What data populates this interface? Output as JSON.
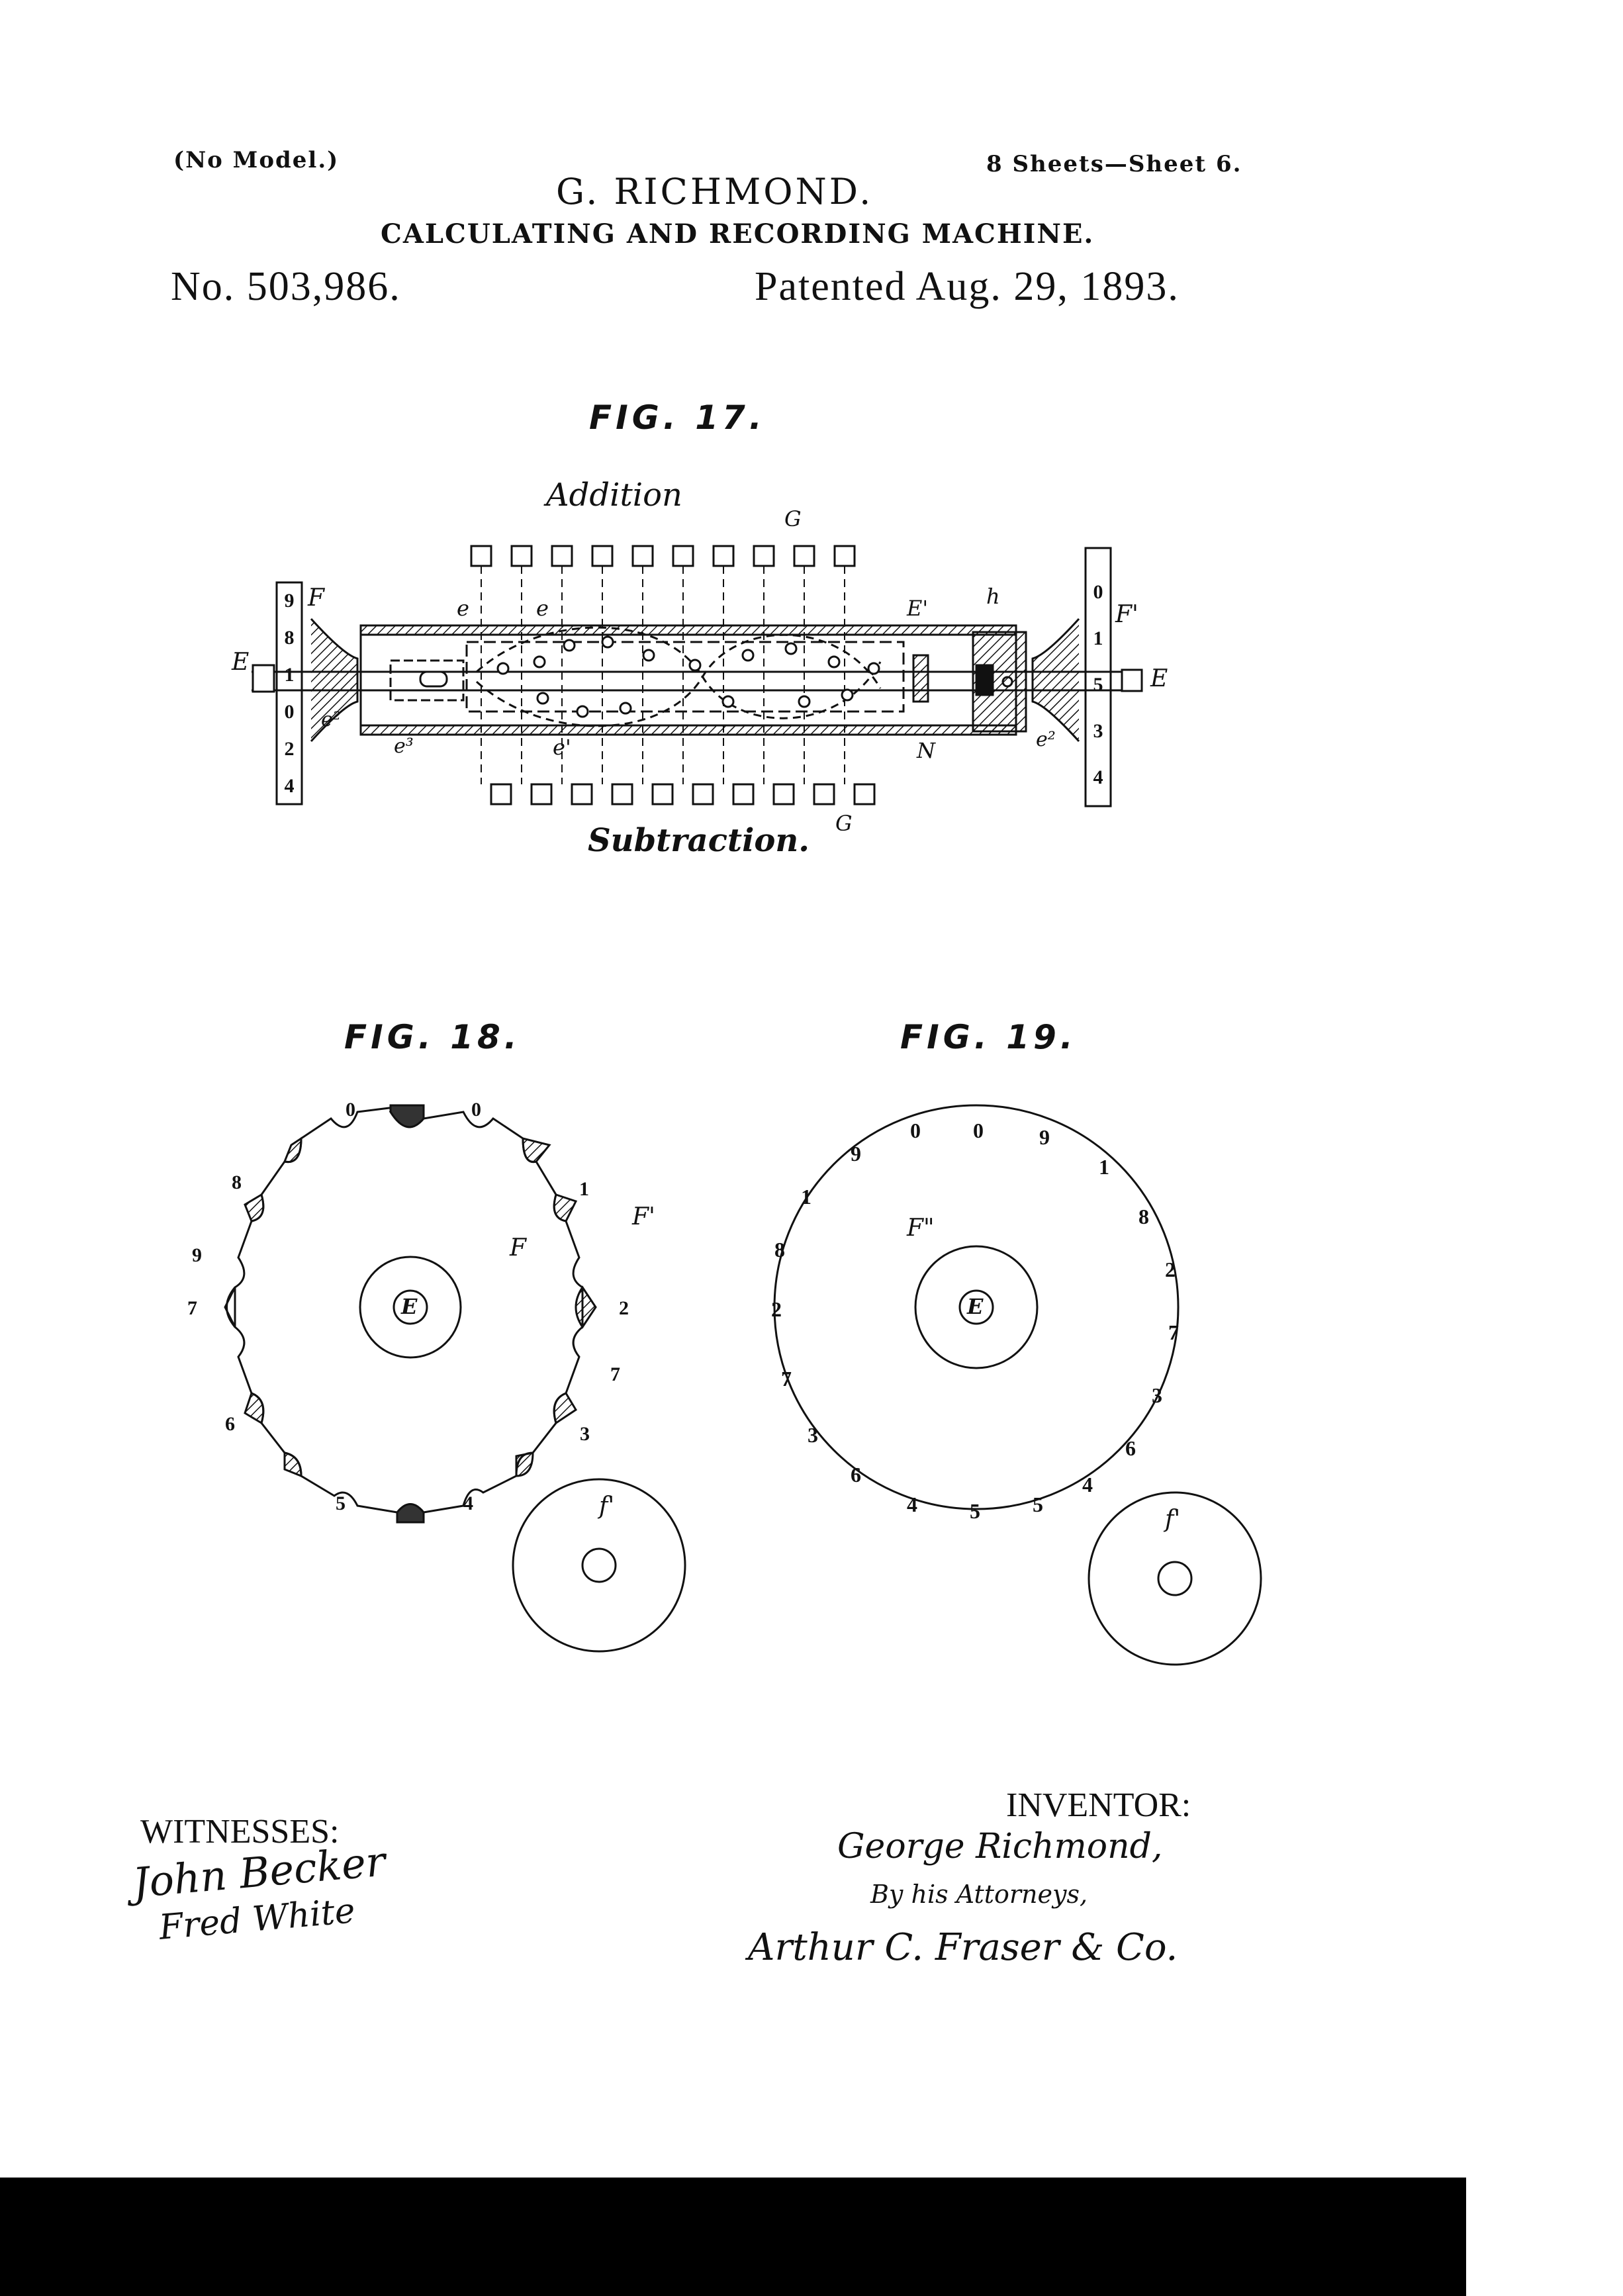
{
  "header": {
    "model_note": "(No Model.)",
    "sheets": "8 Sheets—Sheet 6.",
    "inventor_name": "G. RICHMOND.",
    "title": "CALCULATING AND RECORDING MACHINE.",
    "patent_number": "No. 503,986.",
    "patent_date": "Patented Aug. 29, 1893."
  },
  "fig17": {
    "title": "FIG. 17.",
    "label_top": "Addition",
    "label_bottom": "Subtraction.",
    "labels": {
      "G_top": "G",
      "G_bottom": "G",
      "F_left": "F",
      "F_right": "F'",
      "E_left": "E",
      "E_right": "E",
      "E_prime": "E'",
      "h": "h",
      "N": "N",
      "e_a": "e",
      "e_b": "e",
      "e1": "e'",
      "e2_left": "e²",
      "e2_right": "e²",
      "e3": "e³"
    },
    "left_wheel_digits": [
      "9",
      "8",
      "1",
      "0",
      "2",
      "4"
    ],
    "right_wheel_digits": [
      "0",
      "1",
      "5",
      "3",
      "4"
    ]
  },
  "fig18": {
    "title": "FIG. 18.",
    "wheel_label": "F",
    "side_label": "F'",
    "hub_label": "E",
    "follower_label": "f'",
    "digits": [
      "0",
      "0",
      "1",
      "2",
      "7",
      "3",
      "4",
      "5",
      "6",
      "7",
      "8",
      "9"
    ]
  },
  "fig19": {
    "title": "FIG. 19.",
    "wheel_label": "F\"",
    "hub_label": "E",
    "follower_label": "f'",
    "digits": [
      "0",
      "9",
      "1",
      "8",
      "2",
      "7",
      "3",
      "6",
      "4",
      "5",
      "5",
      "4",
      "6",
      "3",
      "7",
      "2",
      "8",
      "1",
      "9",
      "0"
    ]
  },
  "witnesses": {
    "label": "WITNESSES:",
    "signatures": [
      "John Becker",
      "Fred White"
    ]
  },
  "inventor": {
    "label": "INVENTOR:",
    "signature": "George Richmond,",
    "attorneys_note": "By his Attorneys,",
    "attorney_signature": "Arthur C. Fraser & Co."
  }
}
